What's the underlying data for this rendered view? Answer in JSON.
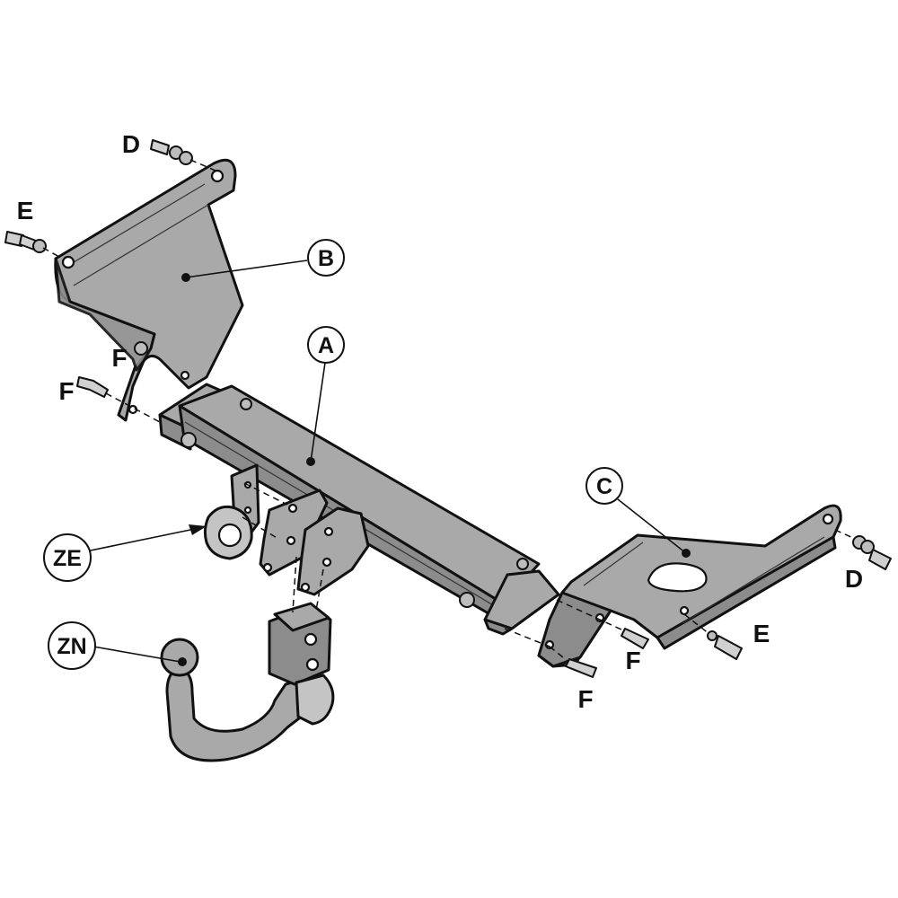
{
  "callouts": {
    "A": "A",
    "B": "B",
    "C": "C",
    "ZE": "ZE",
    "ZN": "ZN"
  },
  "fastener_labels": {
    "d_left": "D",
    "d_right": "D",
    "e_left": "E",
    "e_right": "E",
    "f_left_upper": "F",
    "f_left_lower": "F",
    "f_right_upper": "F",
    "f_right_lower": "F"
  },
  "colors": {
    "part_fill": "#a9a9a9",
    "outline": "#111111",
    "background": "#ffffff"
  }
}
